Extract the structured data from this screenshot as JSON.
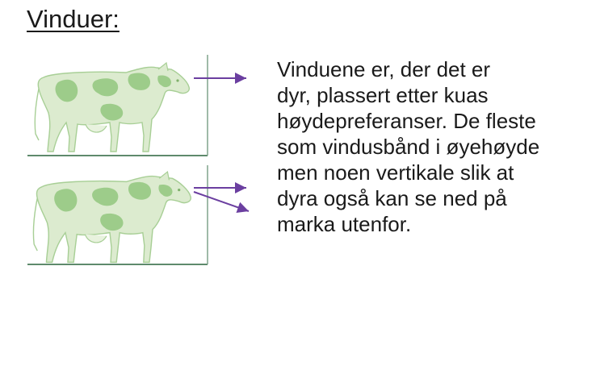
{
  "title": "Vinduer:",
  "description_lines": [
    "Vinduene er, der det er",
    "dyr, plassert etter kuas",
    "høydepreferanser. De fleste",
    "som vindusbånd i øyehøyde",
    "men noen vertikale slik at",
    "dyra også kan se ned på",
    "marka utenfor."
  ],
  "colors": {
    "cow_fill": "#cfe3bf",
    "cow_spots": "#9dcc8a",
    "cow_outline": "#a8cf96",
    "wall_line": "#7fa38a",
    "floor_line": "#5e8a6c",
    "arrow": "#6b3fa0",
    "text": "#1a1a1a"
  },
  "icons": [
    "cow-icon",
    "arrow-right-icon",
    "arrow-down-right-icon"
  ]
}
